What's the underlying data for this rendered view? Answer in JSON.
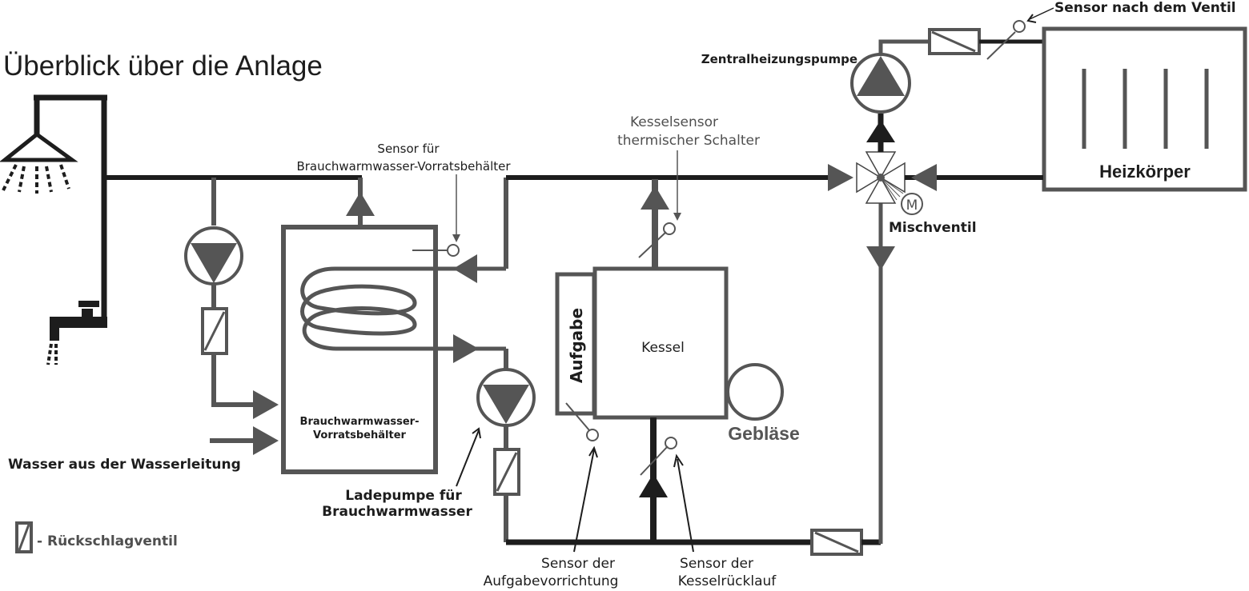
{
  "title": "Überblick über die Anlage",
  "colors": {
    "pipe_dark": "#1d1d1d",
    "pipe_gray": "#555555",
    "background": "#ffffff"
  },
  "components": {
    "dhw_tank": {
      "line1": "Brauchwarmwasser-",
      "line2": "Vorratsbehälter"
    },
    "boiler": "Kessel",
    "feeder": "Aufgabe",
    "fan": "Gebläse",
    "radiator": "Heizkörper",
    "mixing_valve": "Mischventil",
    "motor_symbol": "M"
  },
  "labels": {
    "central_heating_pump": "Zentralheizungspumpe",
    "sensor_after_valve": "Sensor nach dem Ventil",
    "tank_sensor": {
      "line1": "Sensor für",
      "line2": "Brauchwarmwasser-Vorratsbehälter"
    },
    "boiler_sensor": {
      "line1": "Kesselsensor",
      "line2": "thermischer Schalter"
    },
    "mains_water": "Wasser aus der Wasserleitung",
    "dhw_charge_pump": {
      "line1": "Ladepumpe für",
      "line2": "Brauchwarmwasser"
    },
    "feeder_sensor": {
      "line1": "Sensor der",
      "line2": "Aufgabevorrichtung"
    },
    "return_sensor": {
      "line1": "Sensor der",
      "line2": "Kesselrücklauf"
    }
  },
  "legend": {
    "check_valve": "- Rückschlagventil"
  },
  "icons": [
    "shower-icon",
    "tap-icon",
    "pump-icon",
    "check-valve-icon",
    "sensor-icon",
    "mixing-valve-icon",
    "motor-icon",
    "radiator-icon",
    "fan-icon",
    "heating-coil-icon"
  ]
}
